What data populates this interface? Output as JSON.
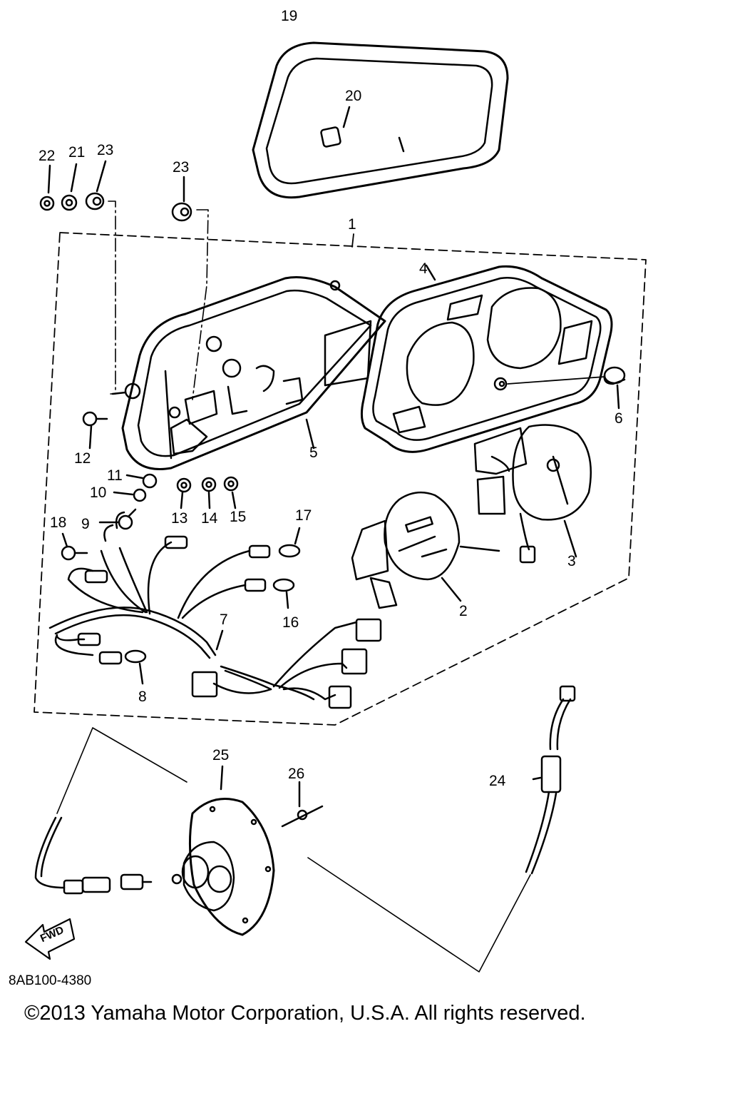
{
  "diagram": {
    "callouts": [
      "19",
      "20",
      "22",
      "21",
      "23",
      "23",
      "1",
      "4",
      "6",
      "12",
      "5",
      "11",
      "10",
      "9",
      "13",
      "14",
      "15",
      "17",
      "18",
      "3",
      "2",
      "16",
      "7",
      "8",
      "25",
      "26",
      "24"
    ],
    "fwd_label": "FWD",
    "drawing_code": "8AB100-4380",
    "copyright": "©2013 Yamaha Motor Corporation, U.S.A. All rights reserved."
  }
}
